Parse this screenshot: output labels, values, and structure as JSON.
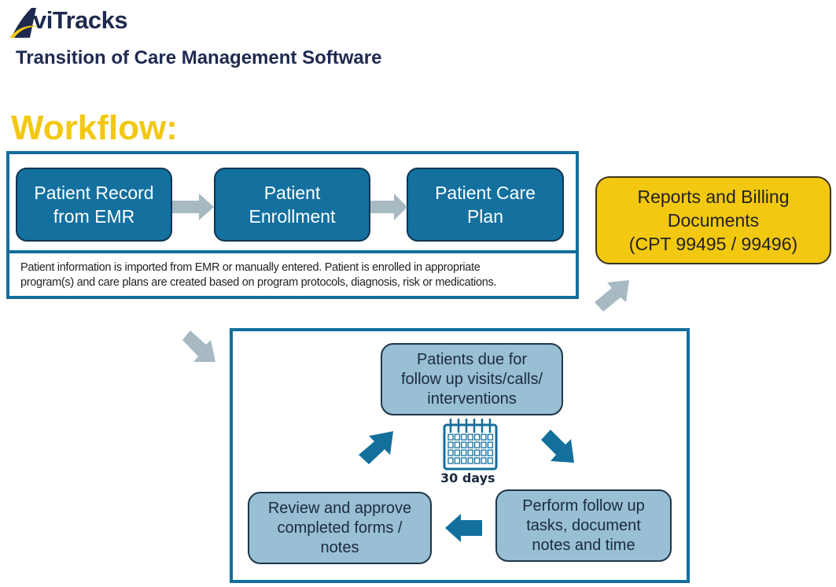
{
  "header": {
    "logo_text": "viTracks",
    "logo_initial": "A",
    "subtitle": "Transition of Care Management Software"
  },
  "workflow": {
    "title": "Workflow:",
    "intake_steps": [
      {
        "label_line1": "Patient Record",
        "label_line2": "from EMR"
      },
      {
        "label_line1": "Patient",
        "label_line2": "Enrollment"
      },
      {
        "label_line1": "Patient Care",
        "label_line2": "Plan"
      }
    ],
    "intake_description_line1": "Patient information is imported from EMR or manually entered.  Patient is enrolled in appropriate",
    "intake_description_line2": "program(s) and care plans are created based on program protocols, diagnosis, risk or medications.",
    "reports": {
      "line1": "Reports and Billing",
      "line2": "Documents",
      "line3": "(CPT 99495 / 99496)"
    },
    "cycle": {
      "due": {
        "line1": "Patients due for",
        "line2": "follow up visits/calls/",
        "line3": "interventions"
      },
      "perform": {
        "line1": "Perform follow up",
        "line2": "tasks, document",
        "line3": "notes and time"
      },
      "review": {
        "line1": "Review and approve",
        "line2": "completed forms /",
        "line3": "notes"
      },
      "period_label": "30 days",
      "period_icon": "calendar-icon"
    }
  },
  "colors": {
    "brand_navy": "#1f2a4f",
    "accent_yellow": "#f2c811",
    "primary_blue": "#136f9c",
    "light_blue": "#98bfd4",
    "connector_gray": "#a7b9c2"
  }
}
